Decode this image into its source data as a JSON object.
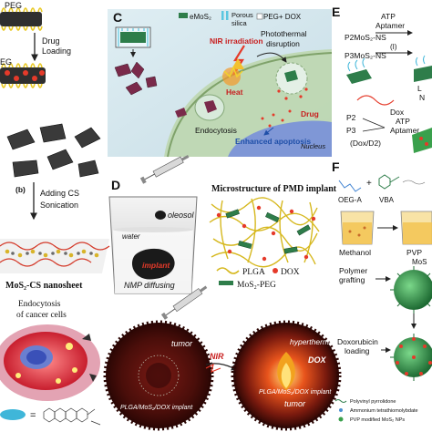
{
  "panels": {
    "c": {
      "letter": "C",
      "legend": {
        "emos2": "eMoS₂",
        "silica": "Porous silica",
        "pegdox": "PEG+ DOX"
      },
      "nir": "NIR irradiation",
      "photothermal": "Photothermal disruption",
      "heat": "Heat",
      "endocytosis": "Endocytosis",
      "drug": "Drug",
      "apoptosis": "Enhanced apoptosis",
      "nucleus": "Nucleus"
    },
    "e": {
      "letter": "E",
      "atp1": "ATP",
      "aptamer1": "Aptamer",
      "p2": "P2MoS₂-NS",
      "step1": "(I)",
      "p3": "P3MoS₂-NS",
      "dox": "Dox",
      "atp2": "ATP",
      "aptamer2": "Aptamer",
      "p2b": "P2",
      "p3b": "P3",
      "doxd2": "(Dox/D2)"
    },
    "left": {
      "peg1": "PEG",
      "drug": "Drug",
      "loading": "Loading",
      "peg2": "EG",
      "step_b": "(b)",
      "adding_cs": "Adding CS",
      "sonication": "Sonication",
      "nanosheet": "MoS₂-CS nanosheet",
      "endo1": "Endocytosis",
      "endo2": "of cancer cells"
    },
    "d": {
      "letter": "D",
      "oleosol": "oleosol",
      "water": "water",
      "implant": "implant",
      "nmp": "NMP diffusing",
      "micro_title": "Microstructure of PMD implant",
      "plga": "PLGA",
      "dox": "DOX",
      "mos2peg": "MoS₂-PEG",
      "tumor1": "tumor",
      "nir": "NIR",
      "hyperthermia": "hyperthermia",
      "dox2": "DOX",
      "implant1": "PLGA/MoS₂/DOX implant",
      "implant2": "PLGA/MoS₂/DOX implant",
      "tumor2": "tumor"
    },
    "f": {
      "letter": "F",
      "oega": "OEG-A",
      "plus": "+",
      "vba": "VBA",
      "methanol": "Methanol",
      "pvp": "PVP",
      "mos": "MoS",
      "polymer": "Polymer",
      "grafting": "grafting",
      "doxo1": "Doxorubicin",
      "doxo2": "loading",
      "leg1": "Polyvinyl pyrrolidone",
      "leg2": "Ammonium tetrathiomolybdate",
      "leg3": "PVP modified MoS₂ NPs"
    }
  },
  "colors": {
    "yellow_bead": "#f2d22c",
    "red_dox": "#e53a2a",
    "green_sheet": "#2e7d4a",
    "tumor_dark": "#5a1010",
    "accent_blue": "#1f4fa8"
  },
  "icons": [
    "syringe-icon",
    "flame-icon",
    "lightning-icon",
    "beaker-icon",
    "arrow-icon"
  ]
}
